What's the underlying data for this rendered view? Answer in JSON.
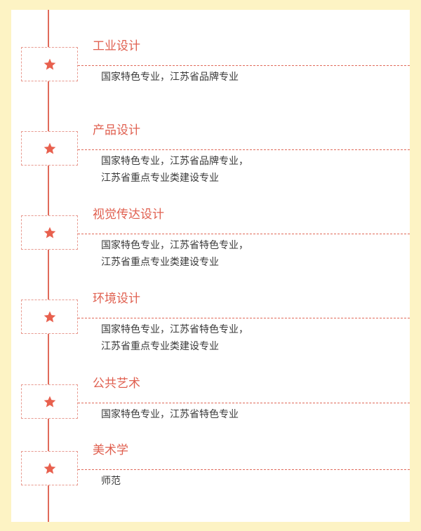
{
  "majors": [
    {
      "name": "工业设计",
      "lines": [
        "国家特色专业，江苏省品牌专业"
      ]
    },
    {
      "name": "产品设计",
      "lines": [
        "国家特色专业，江苏省品牌专业，",
        "江苏省重点专业类建设专业"
      ]
    },
    {
      "name": "视觉传达设计",
      "lines": [
        "国家特色专业，江苏省特色专业，",
        "江苏省重点专业类建设专业"
      ]
    },
    {
      "name": "环境设计",
      "lines": [
        "国家特色专业，江苏省特色专业，",
        "江苏省重点专业类建设专业"
      ]
    },
    {
      "name": "公共艺术",
      "lines": [
        "国家特色专业，江苏省特色专业"
      ]
    },
    {
      "name": "美术学",
      "lines": [
        "师范"
      ]
    }
  ],
  "icons": {
    "marker": "star-icon"
  },
  "colors": {
    "accent": "#e06050",
    "background": "#fdf3c4",
    "panel": "#ffffff",
    "text": "#3a3a3a"
  }
}
